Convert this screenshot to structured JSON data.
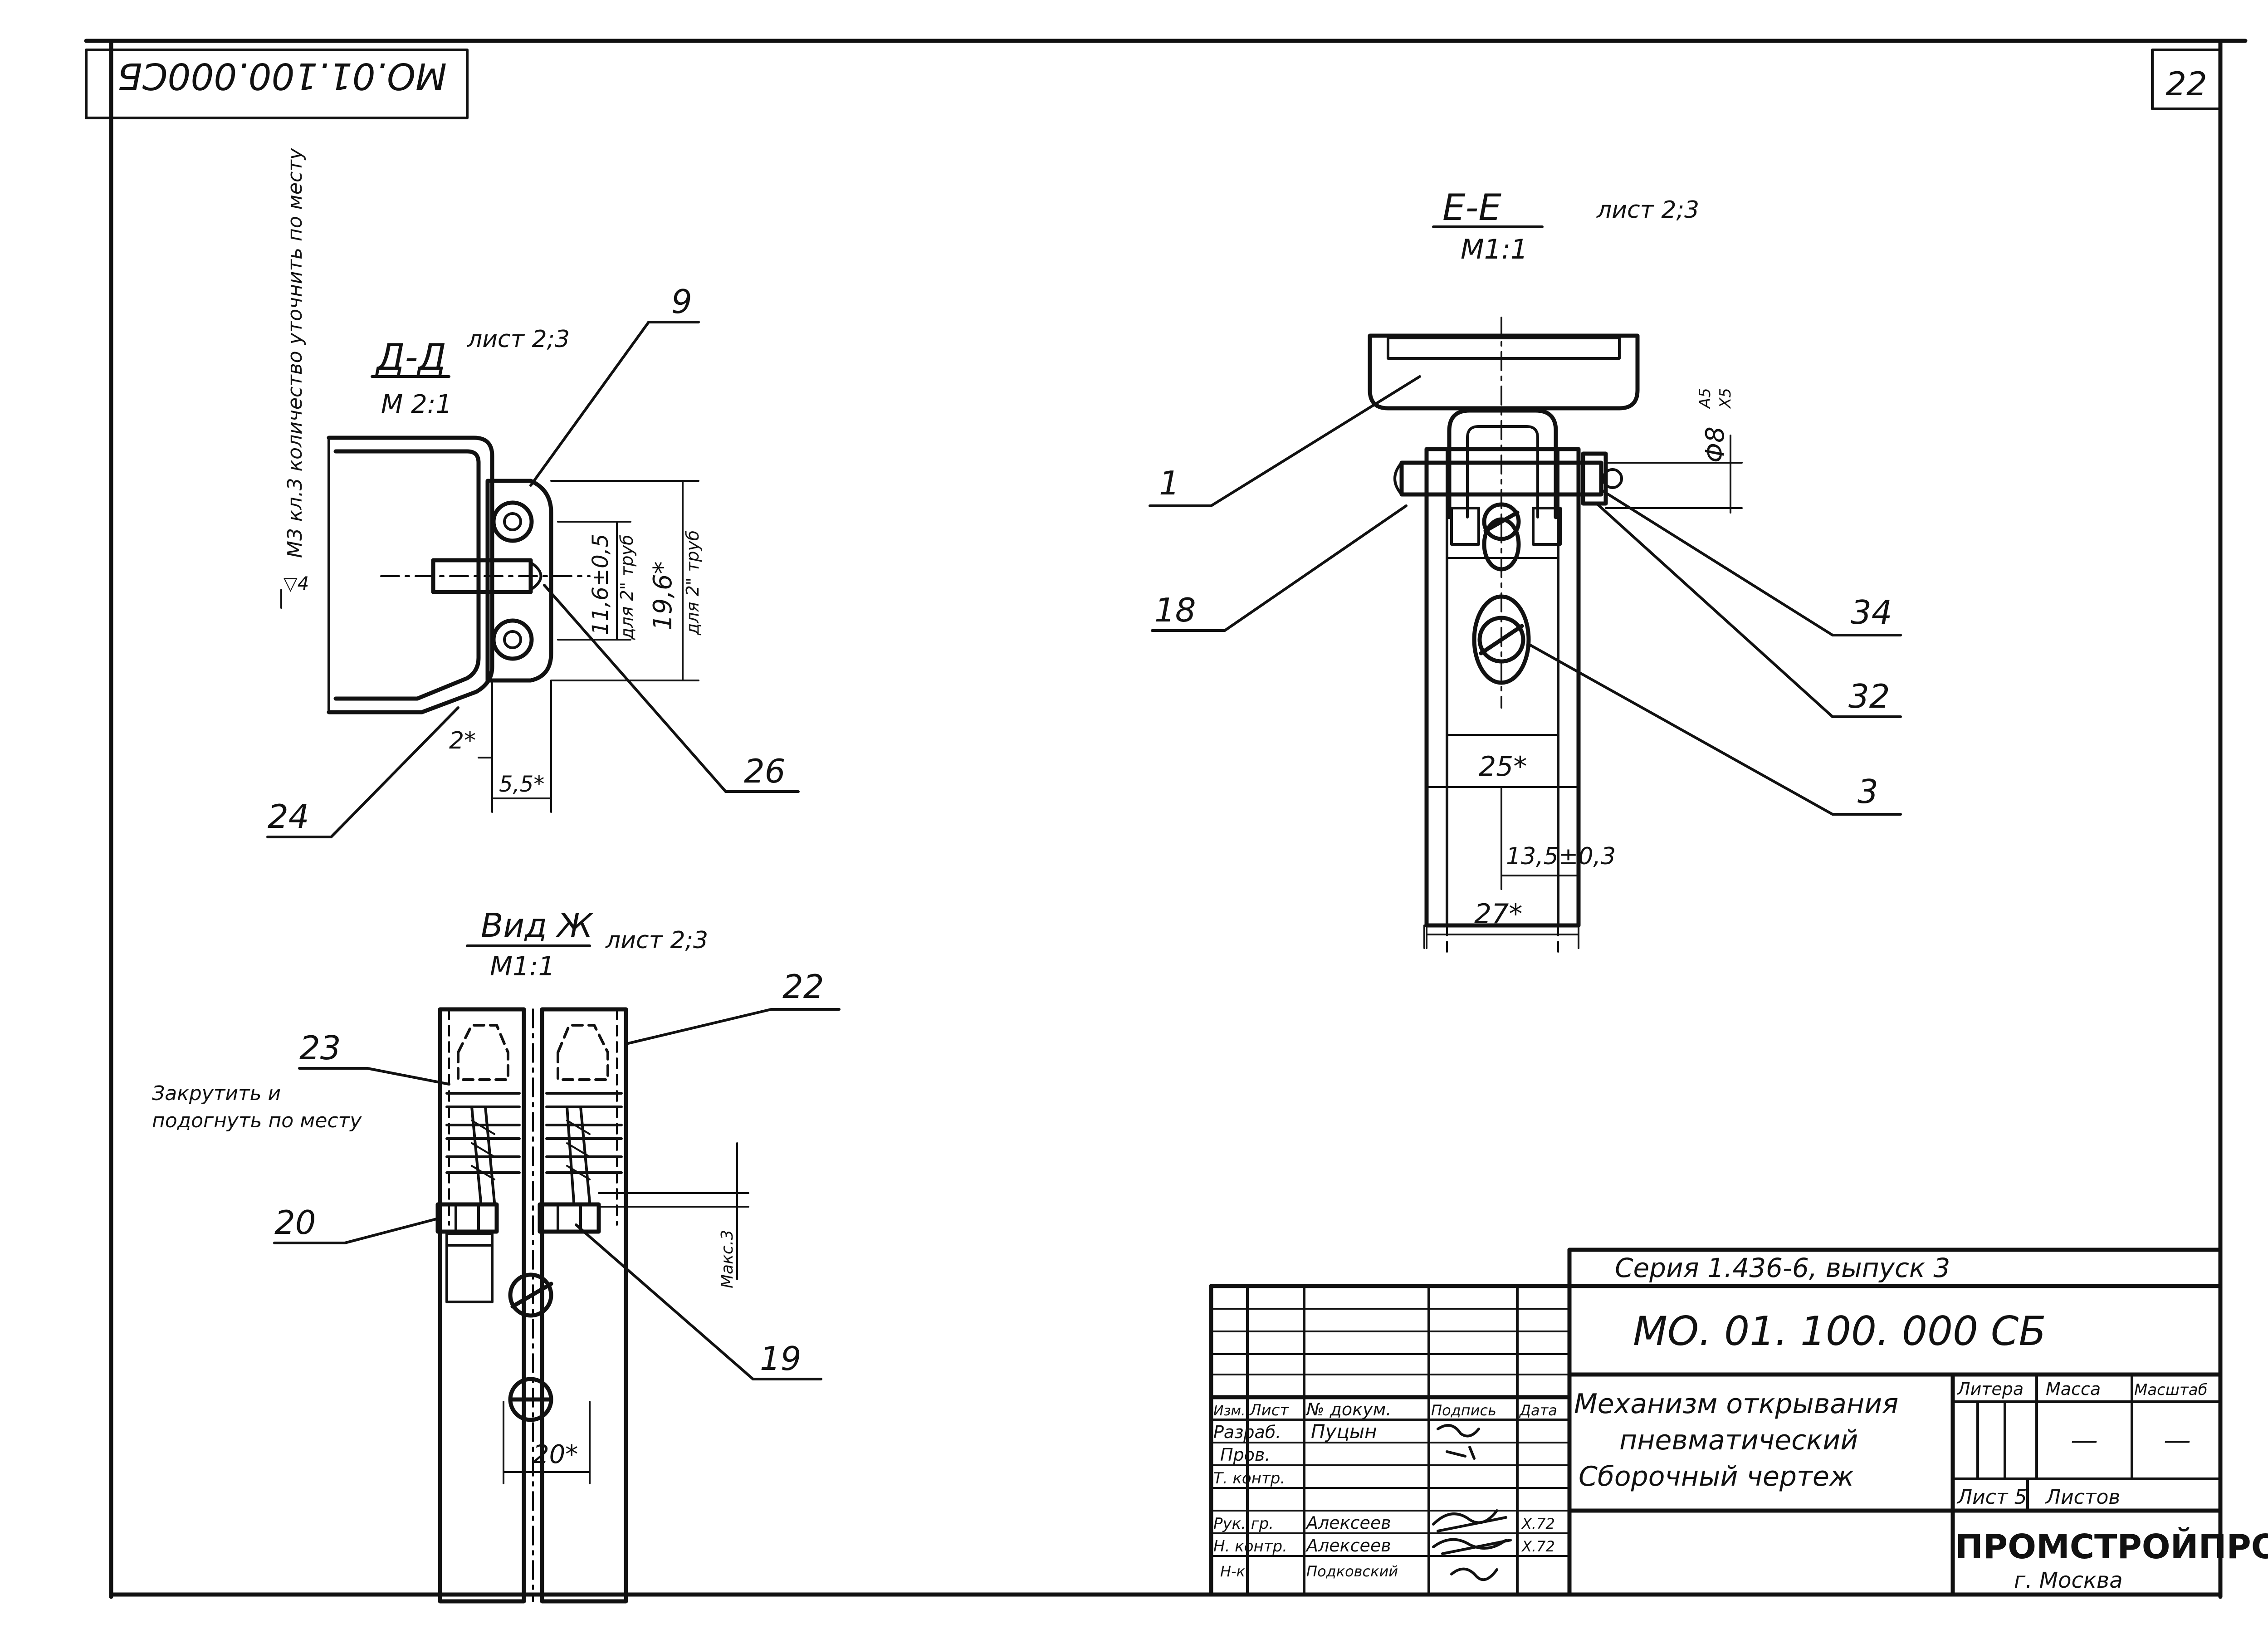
{
  "frame": {
    "rotated_code": "МО.01.100.000СБ",
    "sheet_corner_number": "22"
  },
  "section_d": {
    "title": "Д-Д",
    "sheet_ref": "лист 2;3",
    "scale": "М 2:1",
    "note": "М3 кл.3 количество уточнить по месту",
    "weld_symbol": "▽4",
    "dims": [
      "11,6±0,5",
      "для 2\" труб",
      "19,6*",
      "для 2\" труб",
      "2*",
      "5,5*"
    ],
    "leaders": [
      "9",
      "24",
      "26"
    ]
  },
  "view_zh": {
    "title": "Вид Ж",
    "sheet_ref": "лист 2;3",
    "scale": "М1:1",
    "note_line1": "Закрутить и",
    "note_line2": "подогнуть по месту",
    "dim_max": "Макс.3",
    "dim_width": "20*",
    "leaders": [
      "22",
      "23",
      "20",
      "19"
    ]
  },
  "section_e": {
    "title": "Е-Е",
    "sheet_ref": "лист 2;3",
    "scale": "М1:1",
    "dim_dia": "Φ8",
    "dim_fit_top": "A5",
    "dim_fit_bottom": "X5",
    "dims": [
      "25*",
      "13,5±0,3",
      "27*"
    ],
    "leaders": [
      "1",
      "18",
      "34",
      "32",
      "3"
    ]
  },
  "title_block": {
    "series": "Серия 1.436-6, выпуск 3",
    "doc_code": "МО. 01. 100. 000 СБ",
    "title_line1": "Механизм открывания",
    "title_line2": "пневматический",
    "title_line3": "Сборочный чертеж",
    "col_izm": "Изм.",
    "col_list": "Лист",
    "col_docnum": "№ докум.",
    "col_sign": "Подпись",
    "col_date": "Дата",
    "rows": [
      {
        "role": "Разраб.",
        "name": "Пуцын",
        "date": ""
      },
      {
        "role": "Пров.",
        "name": "",
        "date": ""
      },
      {
        "role": "Т. контр.",
        "name": "",
        "date": ""
      },
      {
        "role": "Рук. гр.",
        "name": "Алексеев",
        "date": "X.72"
      },
      {
        "role": "Н. контр.",
        "name": "Алексеев",
        "date": "X.72"
      },
      {
        "role": "Н-к",
        "name": "Подковский",
        "date": ""
      }
    ],
    "litera": "Литера",
    "massa": "Масса",
    "masshtab": "Масштаб",
    "massa_value": "—",
    "masshtab_value": "—",
    "sheet_label": "Лист 5",
    "sheets_label": "Листов",
    "org": "ПРОМСТРОЙПРОЕКТ",
    "city": "г. Москва"
  }
}
